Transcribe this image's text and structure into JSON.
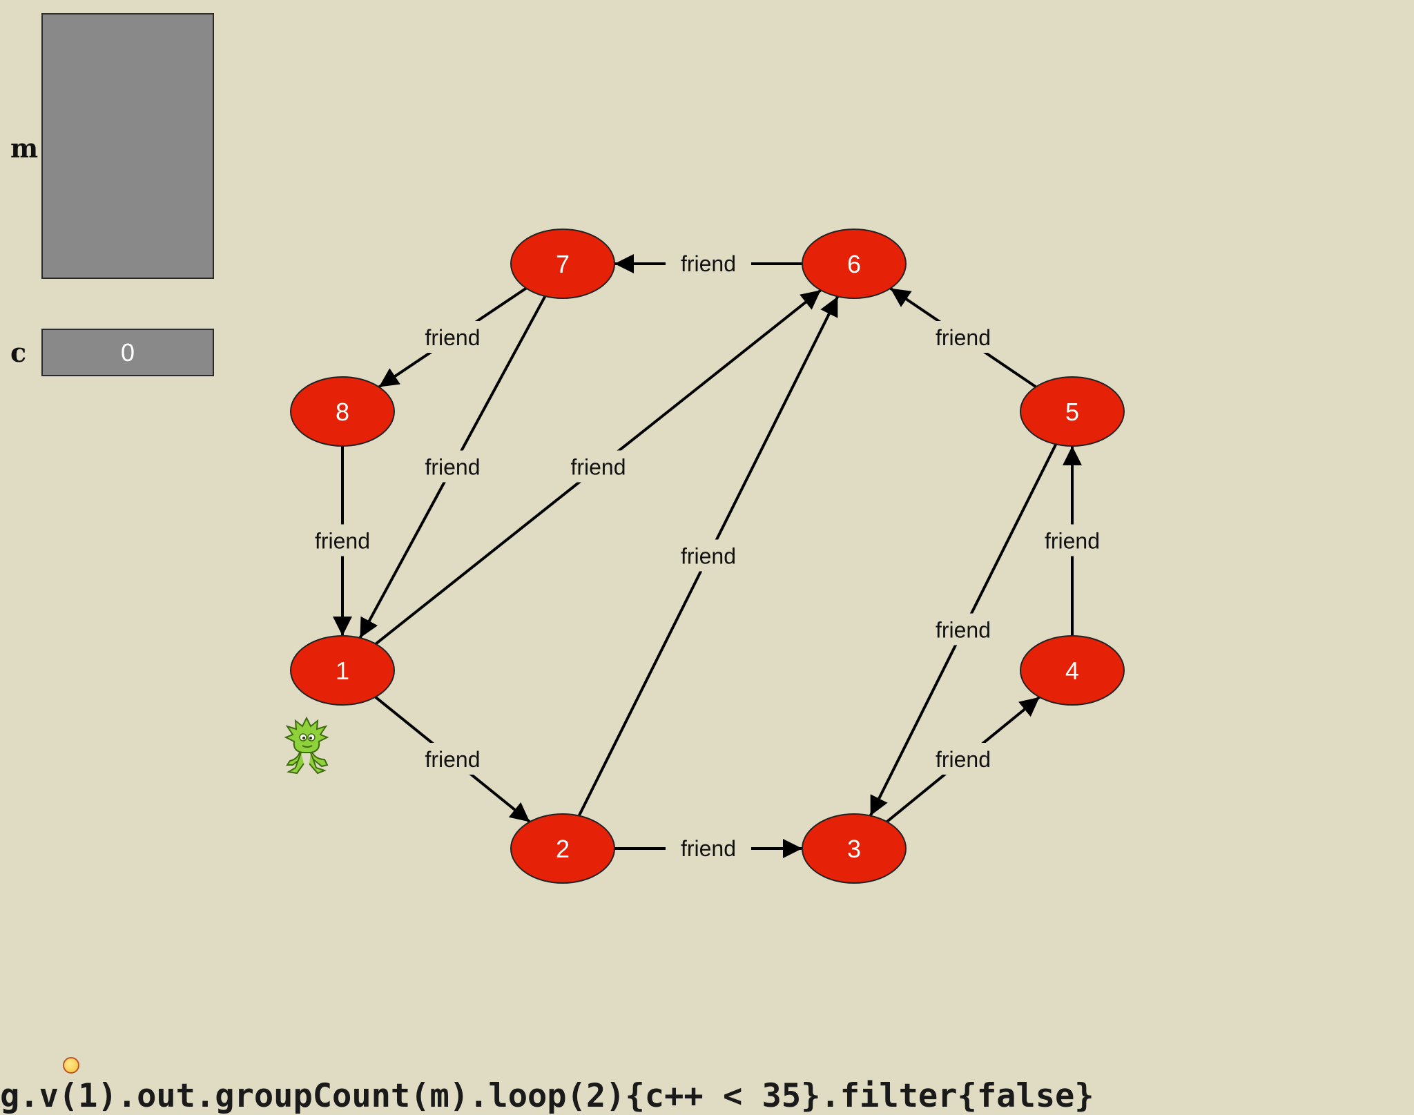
{
  "variables": {
    "m": {
      "label": "m",
      "value": ""
    },
    "c": {
      "label": "c",
      "value": "0"
    }
  },
  "query": "g.v(1).out.groupCount(m).loop(2){c++ < 35}.filter{false}",
  "graph": {
    "node_color": "#e52207",
    "nodes": [
      "1",
      "2",
      "3",
      "4",
      "5",
      "6",
      "7",
      "8"
    ],
    "edges": [
      {
        "from": "1",
        "to": "2",
        "label": "friend"
      },
      {
        "from": "2",
        "to": "3",
        "label": "friend"
      },
      {
        "from": "3",
        "to": "4",
        "label": "friend"
      },
      {
        "from": "4",
        "to": "5",
        "label": "friend"
      },
      {
        "from": "5",
        "to": "6",
        "label": "friend"
      },
      {
        "from": "6",
        "to": "7",
        "label": "friend"
      },
      {
        "from": "7",
        "to": "8",
        "label": "friend"
      },
      {
        "from": "8",
        "to": "1",
        "label": "friend"
      },
      {
        "from": "7",
        "to": "1",
        "label": "friend"
      },
      {
        "from": "1",
        "to": "6",
        "label": "friend"
      },
      {
        "from": "2",
        "to": "6",
        "label": "friend"
      },
      {
        "from": "5",
        "to": "3",
        "label": "friend"
      }
    ]
  },
  "icons": {
    "traverser": "gremlin-mascot-icon",
    "step_marker": "circle-marker-icon"
  }
}
